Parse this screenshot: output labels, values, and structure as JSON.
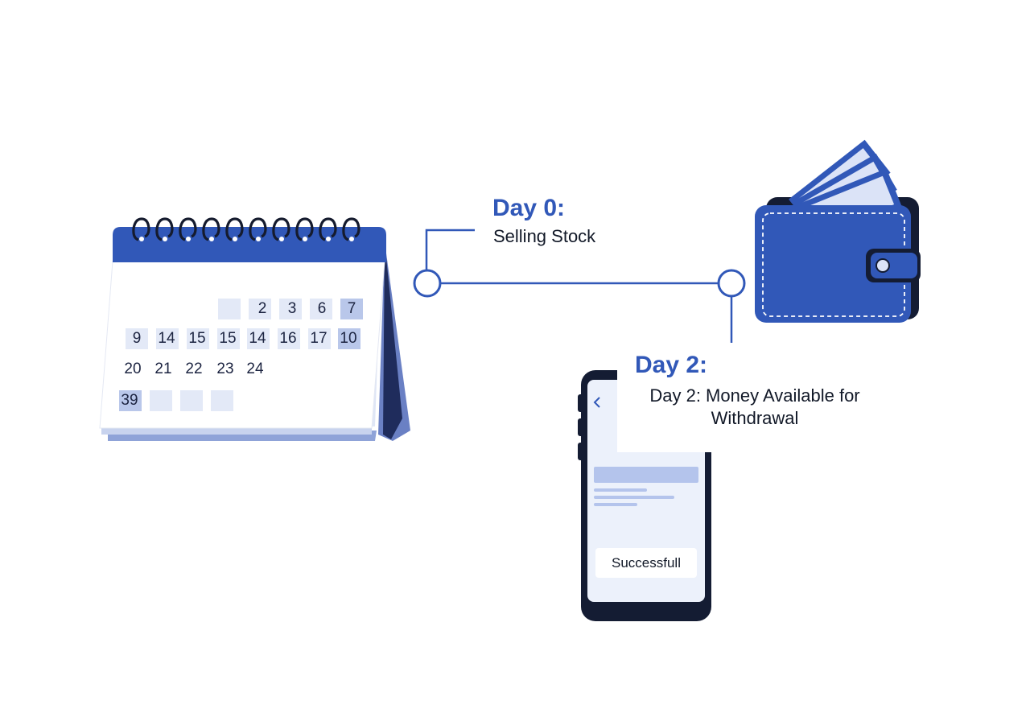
{
  "steps": {
    "day0": {
      "title": "Day 0:",
      "description": "Selling Stock"
    },
    "day2": {
      "title": "Day 2:",
      "description": "Day 2: Money Available for Withdrawal"
    }
  },
  "calendar": {
    "row1": [
      "",
      "2",
      "3",
      "6",
      "7"
    ],
    "row2": [
      "9",
      "14",
      "15",
      "15",
      "14",
      "16",
      "17",
      "10"
    ],
    "row3": [
      "20",
      "21",
      "22",
      "23",
      "24"
    ],
    "row4": [
      "39",
      "",
      "",
      ""
    ]
  },
  "phone": {
    "back_icon": "chevron-left-icon",
    "toast_text": "Successfull"
  },
  "icons": [
    "calendar-icon",
    "wallet-icon",
    "banknote-icon",
    "smartphone-icon"
  ],
  "colors": {
    "accent": "#3158b8",
    "navy": "#141c33",
    "light_blue": "#e3e9f7",
    "text": "#111827"
  }
}
